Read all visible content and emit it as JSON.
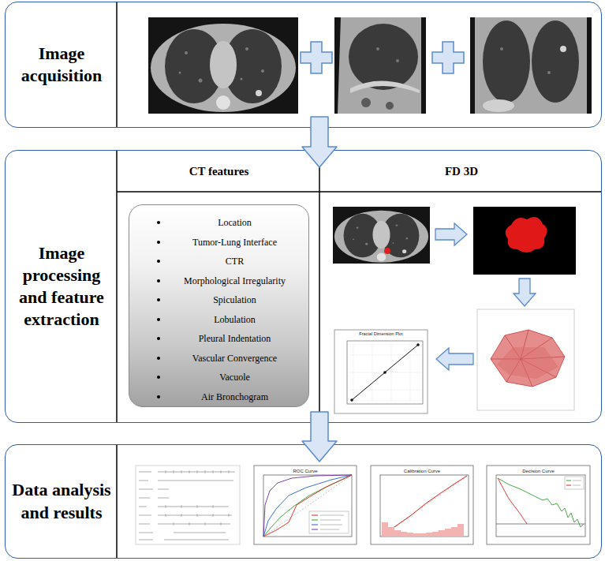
{
  "diagram": {
    "nodes": [
      {
        "text": [
          "Image acquisition"
        ]
      },
      {
        "text": [
          "Image processing and feature extraction"
        ]
      },
      {
        "text": [
          "CT features"
        ],
        "in": 1
      },
      {
        "text": [
          "Location",
          "Tumor-Lung Interface",
          "CTR",
          "Morphological Irregularity",
          "Spiculation",
          "Lobulation",
          "Pleural Indentation",
          "Vascular Convergence",
          "Vacuole",
          "Air Bronchogram"
        ],
        "in": 2
      },
      {
        "text": [
          "FD 3D"
        ],
        "in": 1
      },
      {
        "text": [
          "Data analysis and results"
        ]
      }
    ],
    "edges": [
      {
        "from": 0,
        "to": 1,
        "arrow": "to"
      },
      {
        "from": 1,
        "to": 5,
        "arrow": "to"
      }
    ],
    "labels": [
      "Fractal Dimension Plot",
      "ROC Curve",
      "Calibration Curve",
      "Decision Curve"
    ]
  }
}
